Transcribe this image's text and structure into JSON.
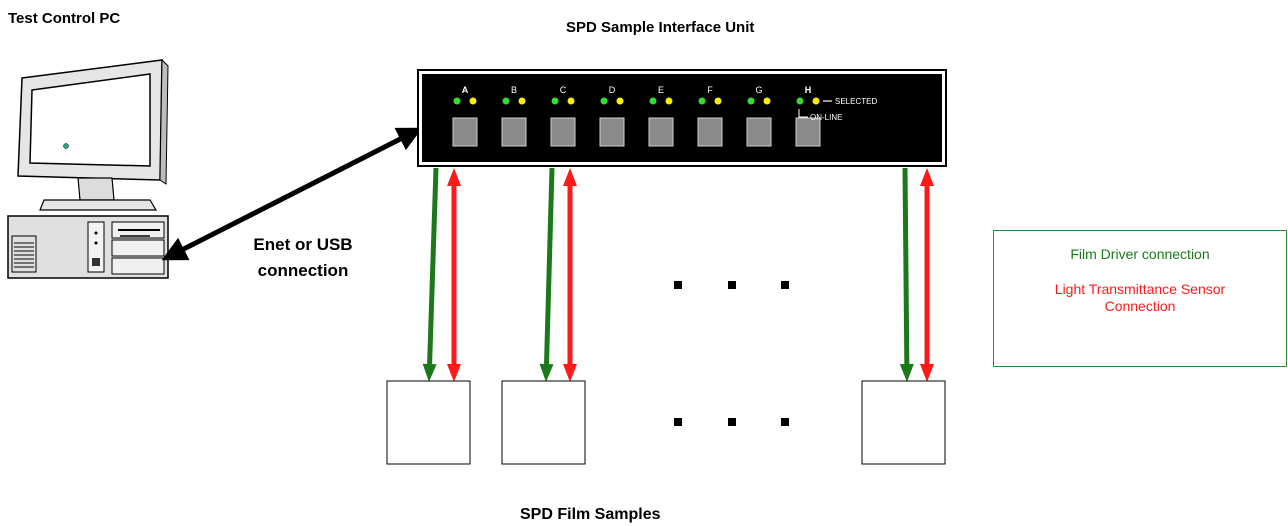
{
  "titles": {
    "pc": "Test Control PC",
    "interface_unit": "SPD Sample Interface Unit",
    "film_samples": "SPD Film Samples"
  },
  "connection_label": [
    "Enet  or USB",
    "connection"
  ],
  "channels": [
    "A",
    "B",
    "C",
    "D",
    "E",
    "F",
    "G",
    "H"
  ],
  "indicator_labels": {
    "selected": "SELECTED",
    "online": "ON-LINE"
  },
  "legend": {
    "driver": "Film Driver connection",
    "sensor": [
      "Light Transmittance Sensor",
      "Connection"
    ]
  },
  "colors": {
    "film_driver": "#1a7a1a",
    "sensor": "#ff1a1a",
    "led_green": "#33dd33",
    "led_yellow": "#ffee00",
    "unit_body": "#000000",
    "button": "#8a8a8a",
    "legend_border": "#2e8b2e"
  }
}
